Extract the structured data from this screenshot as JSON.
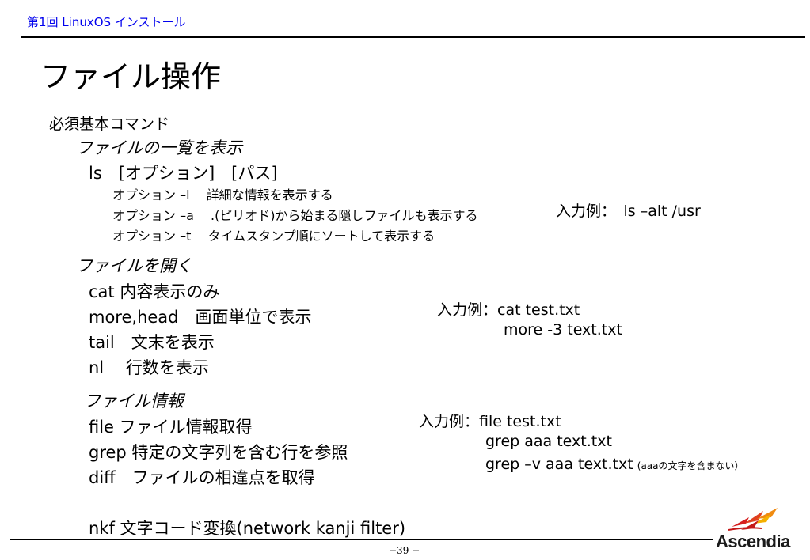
{
  "header": {
    "label": "第1回 LinuxOS インストール"
  },
  "title": "ファイル操作",
  "section": {
    "heading": "必須基本コマンド",
    "list": {
      "subheading": "ファイルの一覧を表示",
      "command": "ls　[オプション]　[パス]",
      "options": [
        "オプション –l　 詳細な情報を表示する",
        "オプション –a　 .(ピリオド)から始まる隠しファイルも表示する",
        "オプション –t　 タイムスタンプ順にソートして表示する"
      ],
      "example": "入力例：　ls –alt /usr"
    },
    "open": {
      "subheading": "ファイルを開く",
      "commands": [
        "cat 内容表示のみ",
        "more,head　画面単位で表示",
        "tail　文末を表示",
        "nl　 行数を表示"
      ],
      "example_line1": "入力例：cat test.txt",
      "example_line2": "more -3 text.txt"
    },
    "info": {
      "subheading": "ファイル情報",
      "commands": [
        "file ファイル情報取得",
        "grep 特定の文字列を含む行を参照",
        "diff　ファイルの相違点を取得"
      ],
      "example_line1": "入力例：file test.txt",
      "example_line2": "grep aaa text.txt",
      "example_line3": "grep –v aaa text.txt",
      "example_note": "(aaaの文字を含まない）"
    },
    "nkf": "nkf 文字コード変換(network kanji filter)"
  },
  "footer": {
    "page": "−39 −"
  },
  "logo": {
    "text": "Ascendia",
    "icon": "bird-swoosh-icon"
  }
}
